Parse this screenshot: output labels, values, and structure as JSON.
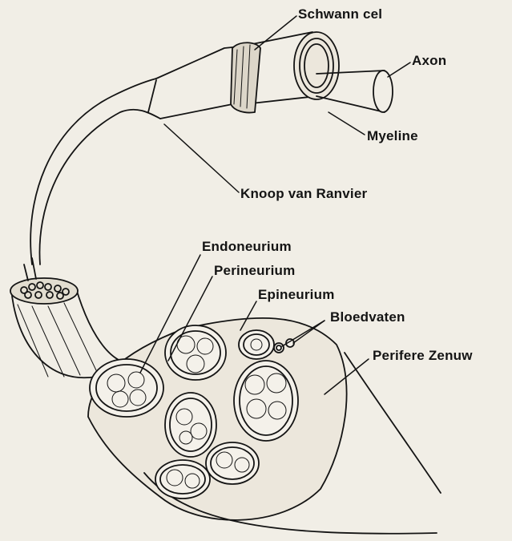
{
  "labels": {
    "schwann_cell": "Schwann cel",
    "axon": "Axon",
    "myelin": "Myeline",
    "node_of_ranvier": "Knoop van Ranvier",
    "endoneurium": "Endoneurium",
    "perineurium": "Perineurium",
    "epineurium": "Epineurium",
    "blood_vessels": "Bloedvaten",
    "peripheral_nerve": "Perifere Zenuw"
  },
  "colors": {
    "background": "#f1eee6",
    "ink": "#141414",
    "tissue_fill": "#ece7dc"
  }
}
